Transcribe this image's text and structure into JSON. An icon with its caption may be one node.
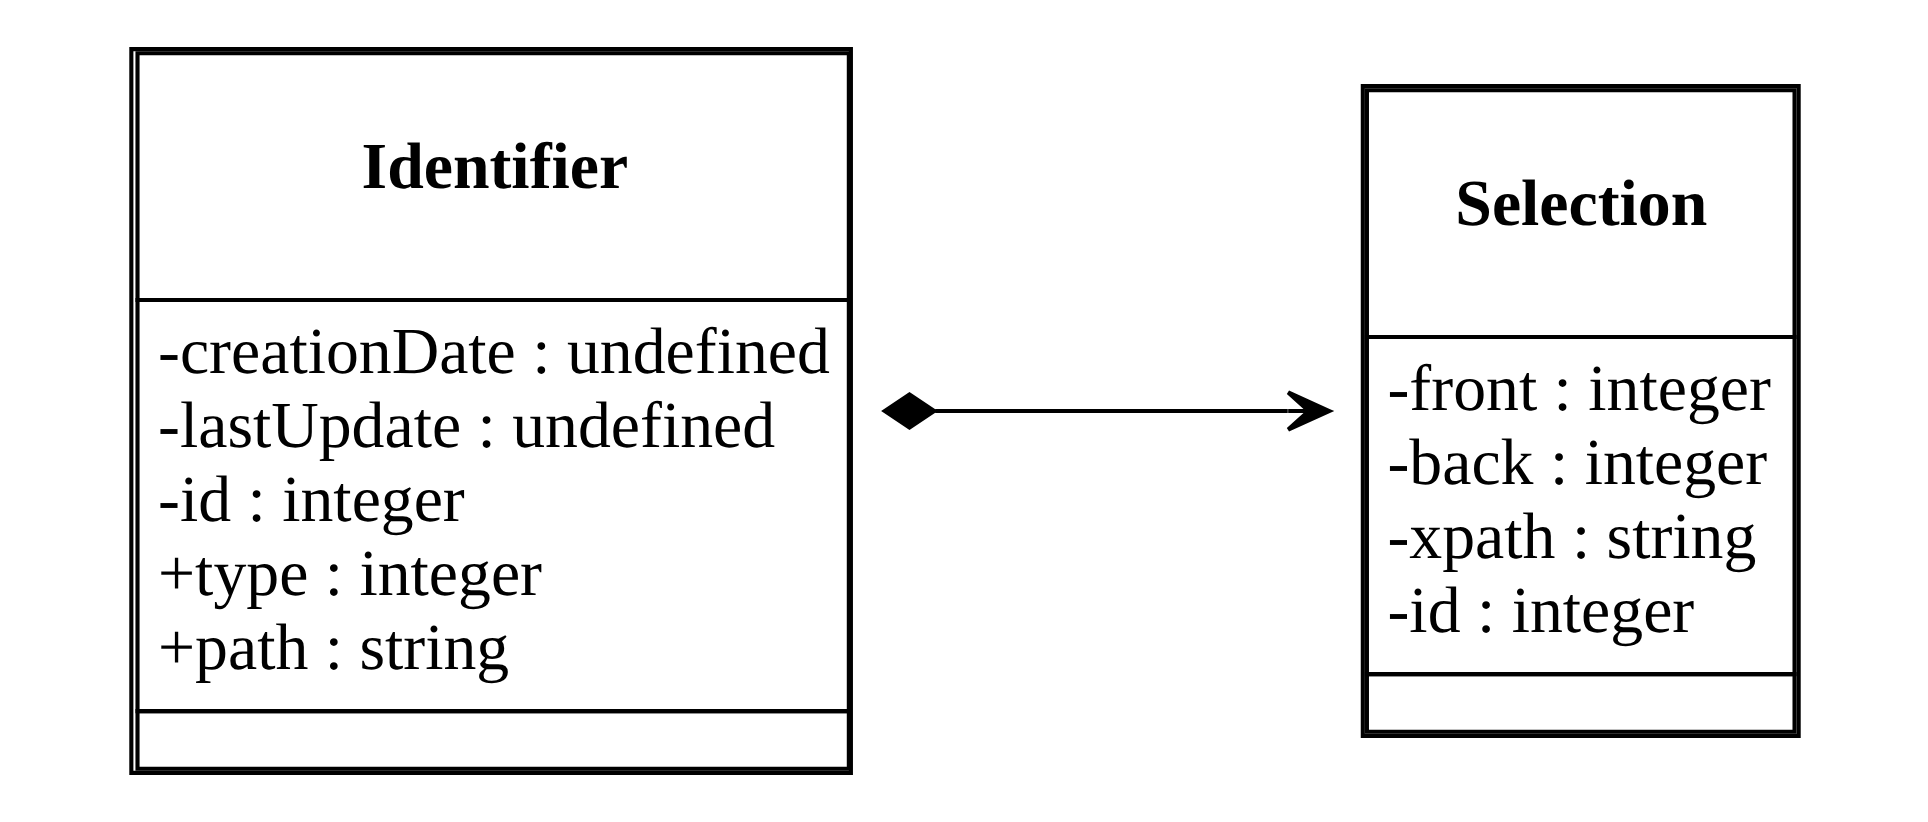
{
  "diagram": {
    "nodes": [
      {
        "text": [
          "Selection",
          "-front : integer",
          "-back : integer",
          "-xpath : string",
          "-id : integer"
        ]
      },
      {
        "text": [
          "Identifier",
          "-creationDate : undefined",
          "-lastUpdate : undefined",
          "-id : integer",
          "+type : integer",
          "+path : string"
        ]
      }
    ],
    "edges": [
      {
        "from": 1,
        "to": 0,
        "arrow": "to"
      }
    ]
  }
}
